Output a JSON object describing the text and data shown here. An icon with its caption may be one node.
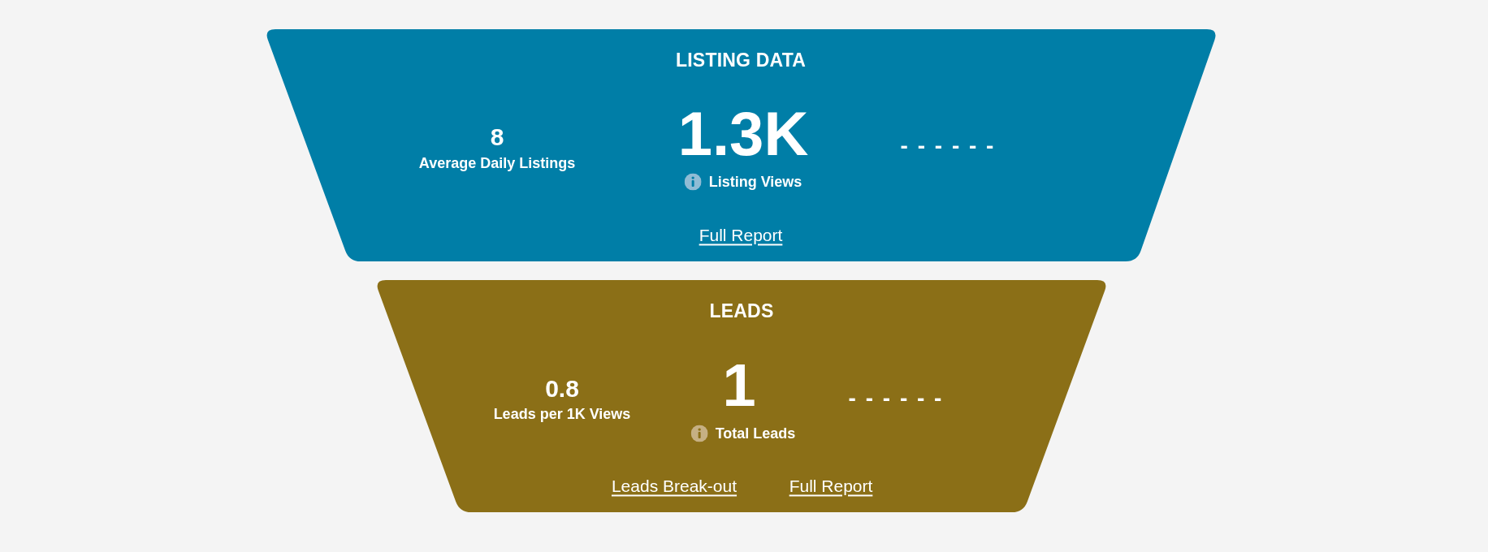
{
  "diagram": {
    "nodes": [
      {
        "text": [
          "LISTING DATA",
          "8",
          "Average Daily Listings",
          "1.3K",
          "Listing Views",
          "- - - - - -",
          "Full Report"
        ]
      },
      {
        "text": [
          "LEADS",
          "0.8",
          "Leads per 1K Views",
          "1",
          "Total Leads",
          "- - - - - -",
          "Leads Break-out",
          "Full Report"
        ]
      }
    ]
  }
}
